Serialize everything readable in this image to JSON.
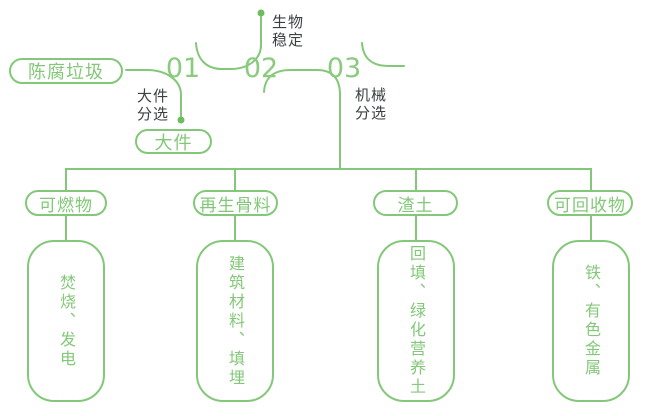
{
  "diagram": {
    "title_semantic": "aged-waste-sorting-flow",
    "source_pill": "陈腐垃圾",
    "stages": {
      "s1": {
        "number": "01",
        "label": "大件\n分选",
        "result_pill": "大件"
      },
      "s2": {
        "number": "02",
        "label": "生物\n稳定"
      },
      "s3": {
        "number": "03",
        "label": "机械\n分选"
      }
    },
    "outputs": [
      {
        "pill": "可燃物",
        "detail": "焚烧、发电"
      },
      {
        "pill": "再生骨料",
        "detail": "建筑材料、填埋"
      },
      {
        "pill": "渣土",
        "detail": "回填、绿化营养土"
      },
      {
        "pill": "可回收物",
        "detail": "铁、有色金属"
      }
    ],
    "colors": {
      "stroke_green": "#83c878",
      "number_green": "#8bcb7d",
      "dot_green": "#6cbd5e",
      "label_dark": "#3c4043",
      "background": "#ffffff"
    }
  }
}
